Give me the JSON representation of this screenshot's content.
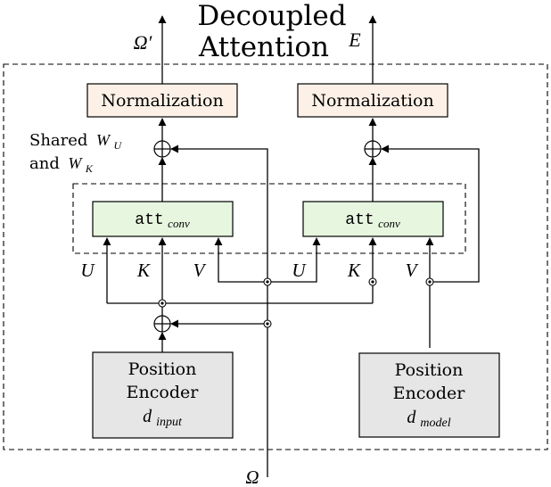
{
  "title": {
    "line1": "Decoupled",
    "line2": "Attention"
  },
  "outputs": {
    "left": "Ω′",
    "right": "E"
  },
  "input_label": "Ω",
  "normalization": {
    "left": "Normalization",
    "right": "Normalization"
  },
  "shared_note": {
    "line1_text": "Shared",
    "line1_math": "W",
    "line1_sub": "U",
    "line2_text": "and",
    "line2_math": "W",
    "line2_sub": "K"
  },
  "att_conv": {
    "left": {
      "base": "att",
      "sub": "conv"
    },
    "right": {
      "base": "att",
      "sub": "conv"
    }
  },
  "inputs_left": {
    "u": "U",
    "k": "K",
    "v": "V"
  },
  "inputs_right": {
    "u": "U",
    "k": "K",
    "v": "V"
  },
  "position_encoder_left": {
    "line1": "Position",
    "line2": "Encoder",
    "math": "d",
    "sub": "input"
  },
  "position_encoder_right": {
    "line1": "Position",
    "line2": "Encoder",
    "math": "d",
    "sub": "model"
  },
  "colors": {
    "normalization_fill": "#fdf1e7",
    "att_conv_fill": "#e6f6df",
    "position_encoder_fill": "#e6e6e6",
    "stroke": "#000000"
  }
}
